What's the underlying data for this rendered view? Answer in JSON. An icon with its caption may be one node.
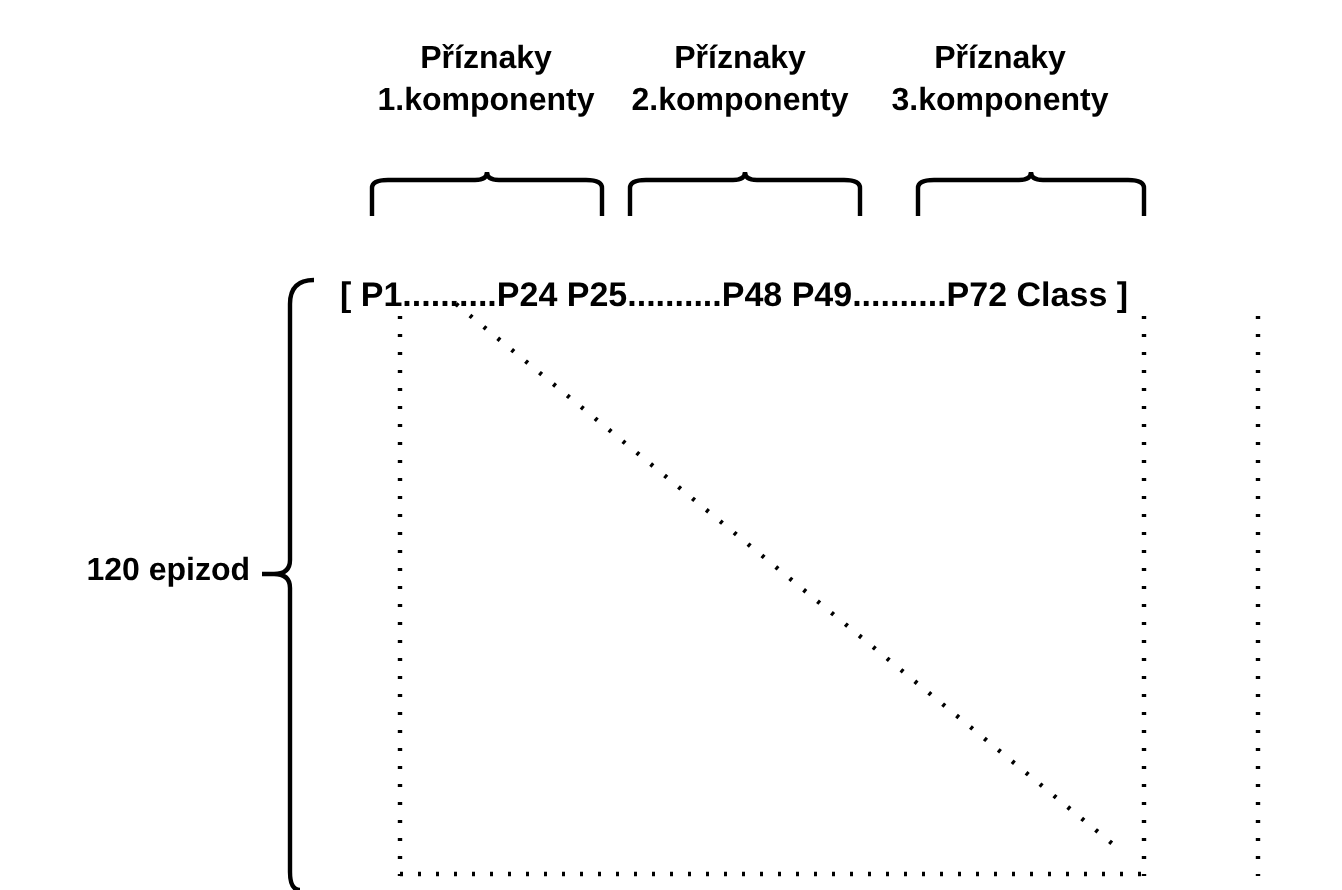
{
  "diagram": {
    "labels": [
      "Příznaky 1.komponenty",
      "Příznaky 2.komponenty",
      "Příznaky 3.komponenty",
      "[ P1..........P24 P25..........P48 P49..........P72 Class ]",
      "120 epizod"
    ]
  }
}
